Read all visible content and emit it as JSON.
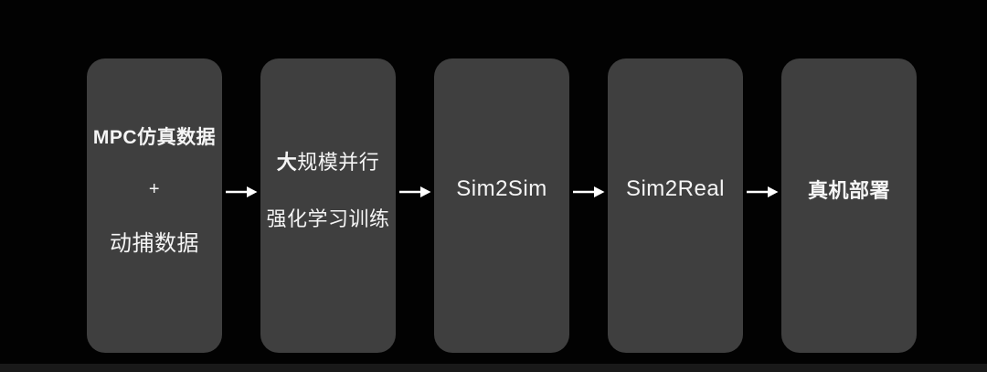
{
  "diagram": {
    "title": "",
    "type": "flow",
    "direction": "left-to-right",
    "colors": {
      "background": "#020202",
      "node_fill": "#3f3f3f",
      "text": "#f5f5f5",
      "arrow": "#ffffff",
      "bottom_strip": "#191919"
    },
    "nodes": [
      {
        "name": "mpc-and-mocap-data",
        "lines": [
          {
            "segments": [
              {
                "text": "MPC仿真数据",
                "bold": true
              }
            ]
          },
          {
            "segments": [
              {
                "text": "+",
                "bold": false
              }
            ]
          },
          {
            "segments": [
              {
                "text": "动捕数据",
                "bold": false
              }
            ]
          }
        ]
      },
      {
        "name": "parallel-rl-training",
        "lines": [
          {
            "segments": [
              {
                "text": "大",
                "bold": true
              },
              {
                "text": "规模并行",
                "bold": false
              }
            ]
          },
          {
            "segments": [
              {
                "text": "强化学习训练",
                "bold": false
              }
            ]
          }
        ]
      },
      {
        "name": "sim2sim",
        "lines": [
          {
            "segments": [
              {
                "text": "Sim2Sim",
                "bold": false
              }
            ]
          }
        ]
      },
      {
        "name": "sim2real",
        "lines": [
          {
            "segments": [
              {
                "text": "Sim2Real",
                "bold": false
              }
            ]
          }
        ]
      },
      {
        "name": "real-robot-deployment",
        "lines": [
          {
            "segments": [
              {
                "text": "真机部署",
                "bold": true
              }
            ]
          }
        ]
      }
    ],
    "connections": [
      {
        "from": "mpc-and-mocap-data",
        "to": "parallel-rl-training",
        "style": "arrow-right"
      },
      {
        "from": "parallel-rl-training",
        "to": "sim2sim",
        "style": "arrow-right"
      },
      {
        "from": "sim2sim",
        "to": "sim2real",
        "style": "arrow-right"
      },
      {
        "from": "sim2real",
        "to": "real-robot-deployment",
        "style": "arrow-right"
      }
    ]
  }
}
